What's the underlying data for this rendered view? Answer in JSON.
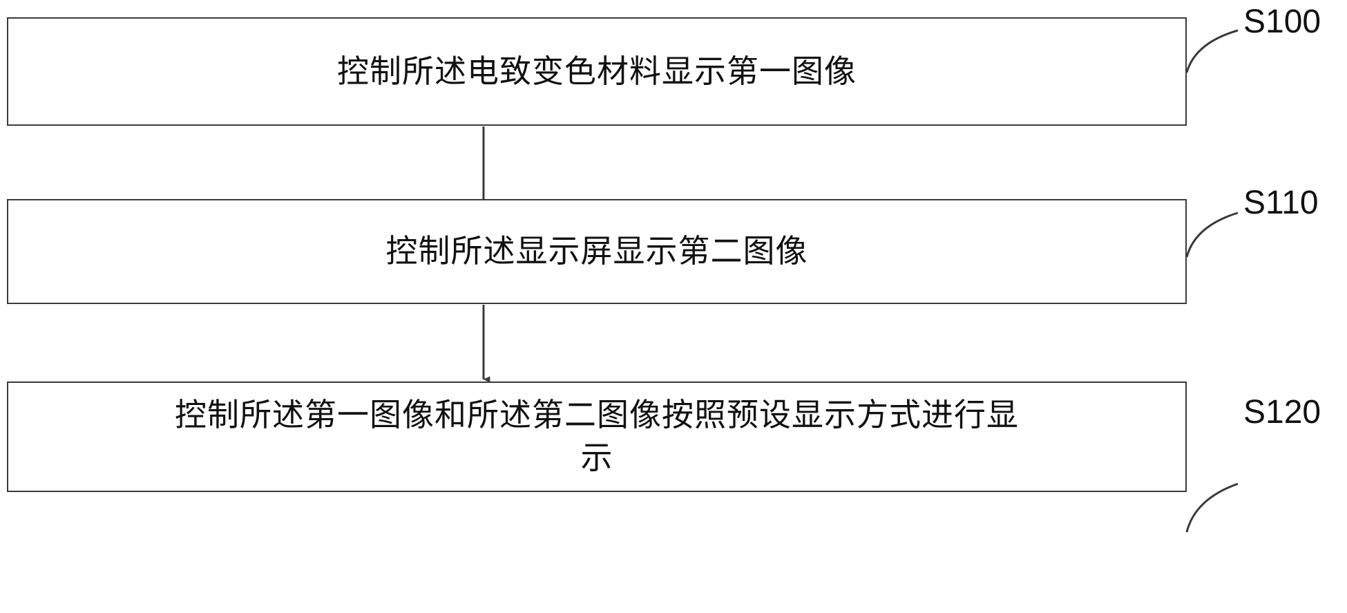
{
  "figure": {
    "type": "flowchart",
    "orientation": "vertical",
    "background_color": "#ffffff",
    "line_color": "#3a3a3a",
    "text_color": "#111111"
  },
  "steps": [
    {
      "id": "S100",
      "tag": "S100",
      "text": "控制所述电致变色材料显示第一图像"
    },
    {
      "id": "S110",
      "tag": "S110",
      "text": "控制所述显示屏显示第二图像"
    },
    {
      "id": "S120",
      "tag": "S120",
      "text": "控制所述第一图像和所述第二图像按照预设显示方式进行显\n示"
    }
  ],
  "connectors": [
    {
      "from": "S100",
      "to": "S110",
      "arrow": "down-arrow"
    },
    {
      "from": "S110",
      "to": "S120",
      "arrow": "down-arrow"
    }
  ]
}
